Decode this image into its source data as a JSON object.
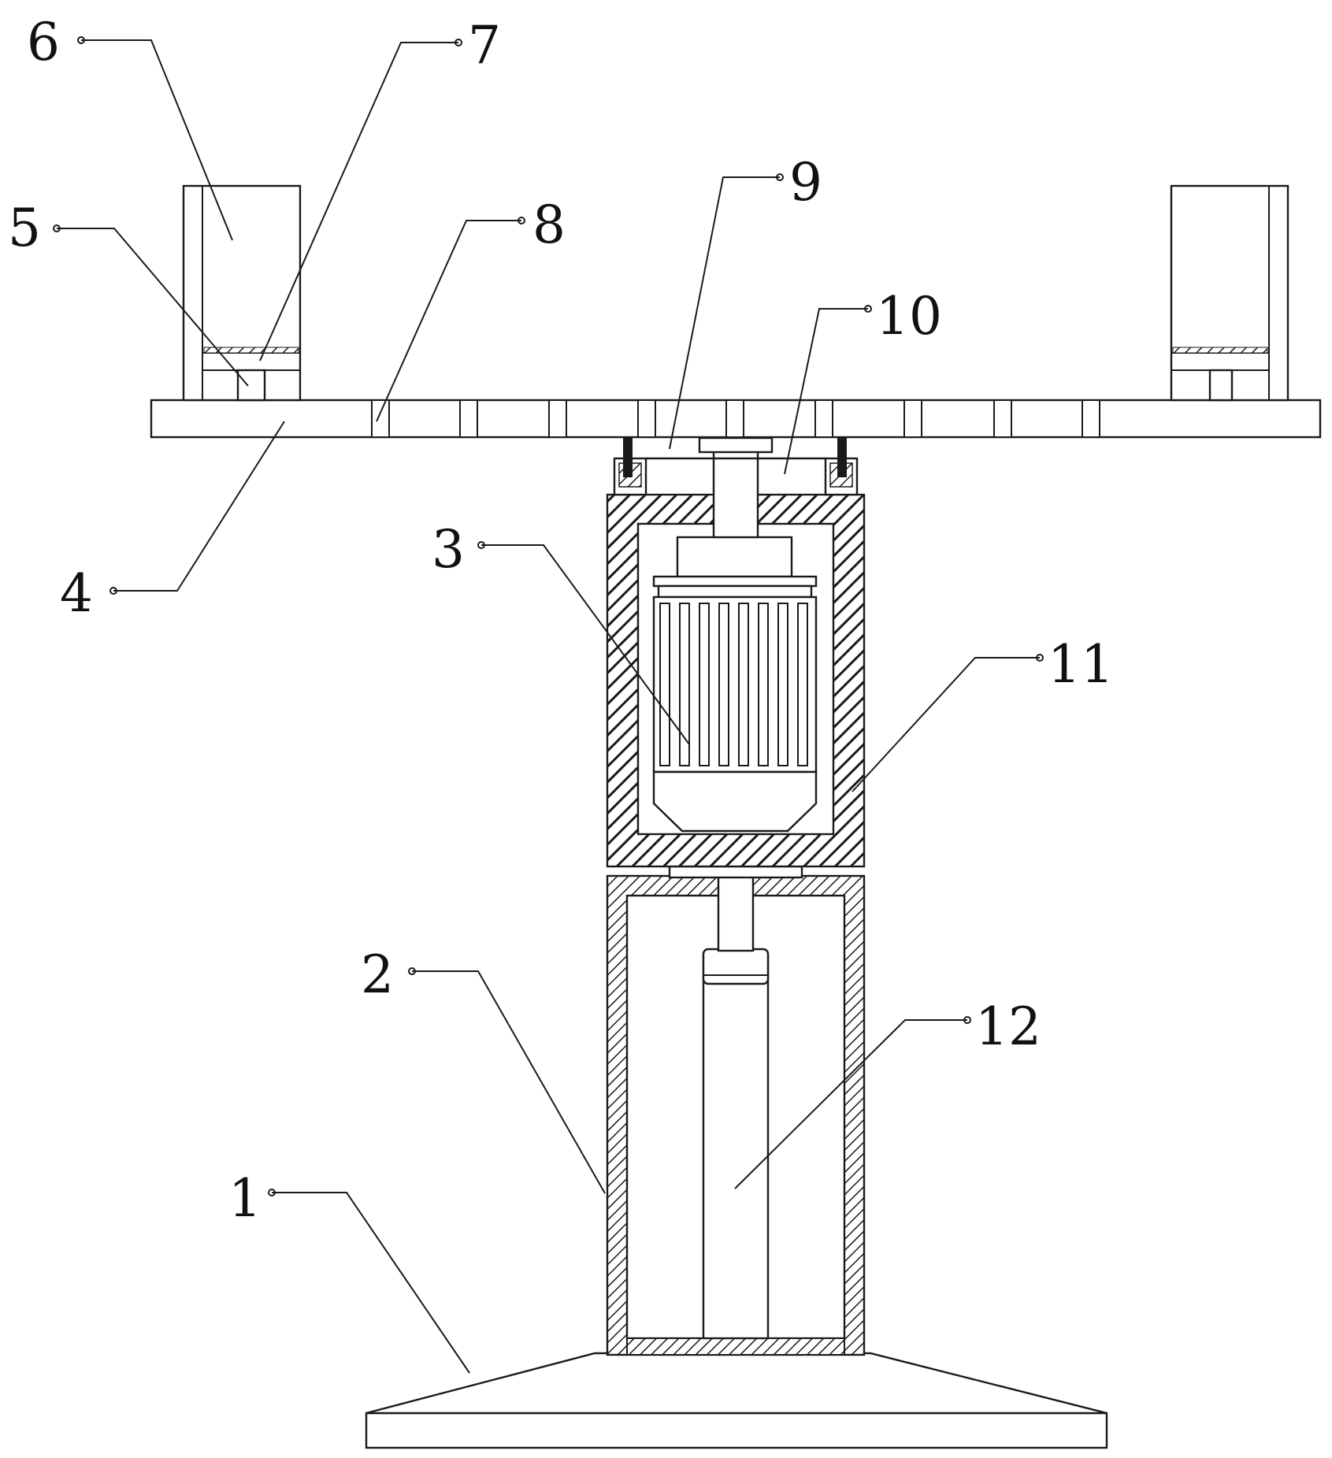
{
  "figure": {
    "callouts": [
      {
        "id": "1",
        "label": "1"
      },
      {
        "id": "2",
        "label": "2"
      },
      {
        "id": "3",
        "label": "3"
      },
      {
        "id": "4",
        "label": "4"
      },
      {
        "id": "5",
        "label": "5"
      },
      {
        "id": "6",
        "label": "6"
      },
      {
        "id": "7",
        "label": "7"
      },
      {
        "id": "8",
        "label": "8"
      },
      {
        "id": "9",
        "label": "9"
      },
      {
        "id": "10",
        "label": "10"
      },
      {
        "id": "11",
        "label": "11"
      },
      {
        "id": "12",
        "label": "12"
      }
    ]
  },
  "colors": {
    "line": "#1a1a1a",
    "background": "#ffffff",
    "hatch": "#1a1a1a"
  }
}
